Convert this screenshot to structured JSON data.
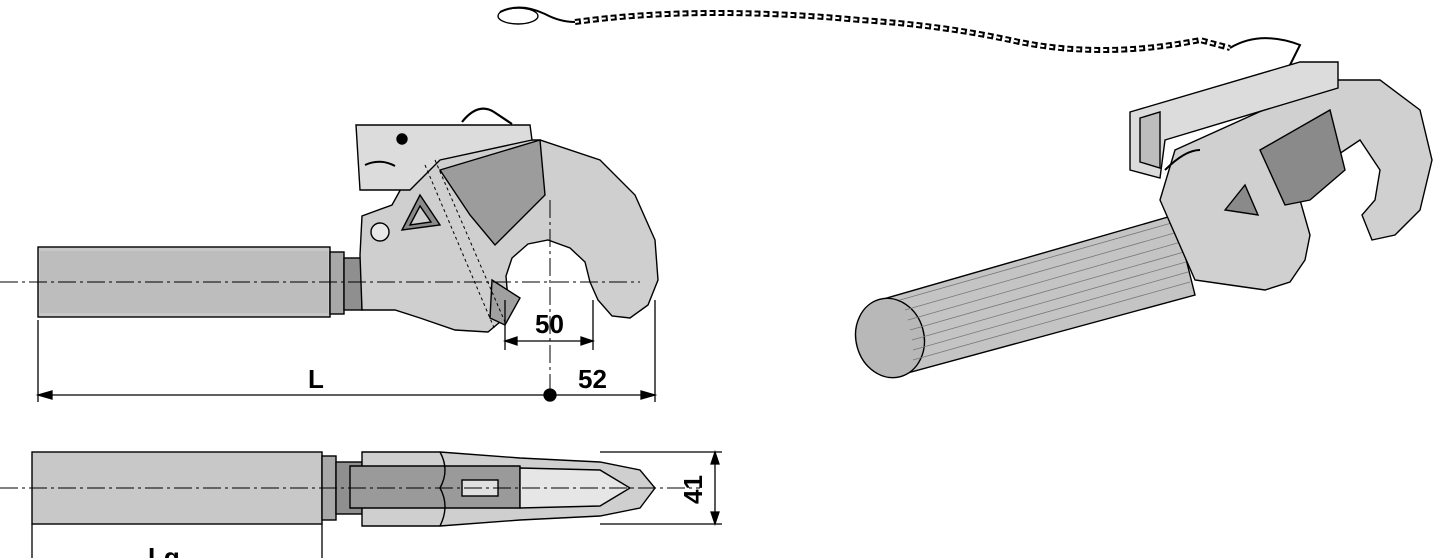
{
  "dimensions": {
    "slot_width": "50",
    "hook_offset": "52",
    "overall_length": "L",
    "thread_length": "Lg",
    "hook_thickness": "41"
  },
  "colors": {
    "part_fill": "#c8c8c8",
    "dark_fill": "#9a9a9a",
    "outline": "#000000",
    "background": "#ffffff"
  }
}
